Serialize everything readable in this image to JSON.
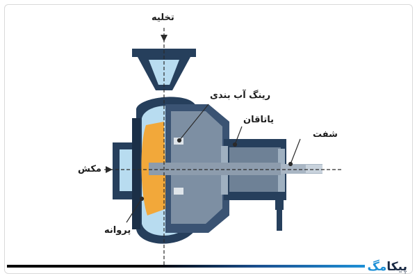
{
  "labels": {
    "discharge": "تخلیه",
    "seal_ring": "رینگ آب بندی",
    "bearing": "یاتاقان",
    "shaft": "شفت",
    "suction": "مکش",
    "impeller": "پروانه"
  },
  "brand": {
    "name_main": "پیکا",
    "name_accent": "مگ"
  },
  "colors": {
    "casing": "#263f5c",
    "casing_dark": "#1b2f47",
    "fluid": "#b8dcf0",
    "impeller": "#f2a83a",
    "internals": "#7d8fa3",
    "shaft": "#8d9cad",
    "accent": "#1e90d6"
  }
}
